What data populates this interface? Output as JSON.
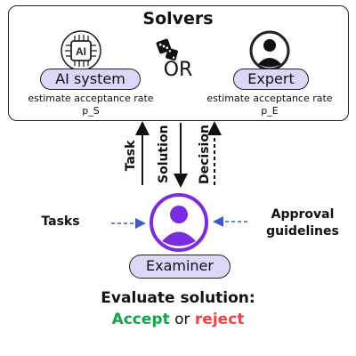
{
  "solvers": {
    "title": "Solvers",
    "or_text": "OR",
    "ai": {
      "label": "AI system",
      "rate_text": "estimate acceptance rate",
      "rate_var": "p_S",
      "chip_text": "AI"
    },
    "expert": {
      "label": "Expert",
      "rate_text": "estimate acceptance rate",
      "rate_var": "p_E"
    }
  },
  "flows": {
    "task": "Task",
    "solution": "Solution",
    "decision": "Decision"
  },
  "inputs": {
    "tasks": "Tasks",
    "approval": "Approval guidelines"
  },
  "examiner": {
    "label": "Examiner"
  },
  "evaluation": {
    "title": "Evaluate solution:",
    "accept": "Accept",
    "or": " or ",
    "reject": "reject"
  },
  "colors": {
    "pill_fill": "#dcd6f7",
    "examiner_purple": "#7b2be0",
    "dashed_blue": "#3a5ccc",
    "accept": "#16a34a",
    "reject": "#ef4444"
  }
}
